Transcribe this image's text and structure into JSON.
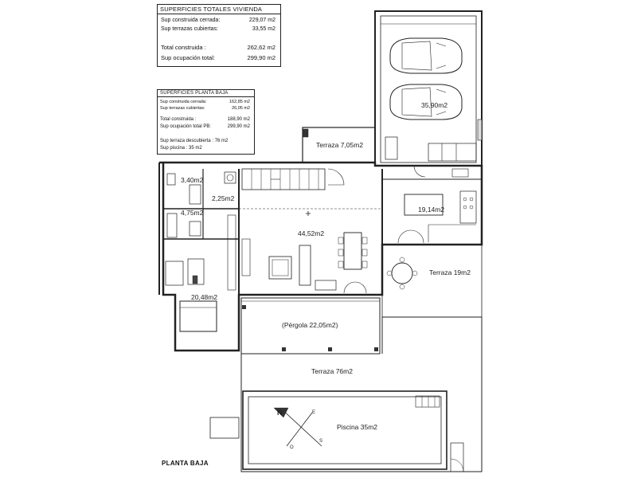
{
  "summary_total": {
    "title": "SUPERFICIES TOTALES VIVIENDA",
    "rows": [
      {
        "label": "Sup construida cerrada:",
        "value": "229,07 m2"
      },
      {
        "label": "Sup terrazas cubiertas:",
        "value": "33,55 m2"
      }
    ],
    "totals": [
      {
        "label": "Total construida :",
        "value": "262,62 m2"
      },
      {
        "label": "Sup ocupación total:",
        "value": "299,90 m2"
      }
    ]
  },
  "summary_ground": {
    "title": "SUPERFICIES PLANTA BAJA",
    "rows": [
      {
        "label": "Sup construida cerrada:",
        "value": "162,85 m2"
      },
      {
        "label": "Sup terrazas cubiertas:",
        "value": "26,05 m2"
      }
    ],
    "totals": [
      {
        "label": "Total construida :",
        "value": "188,90 m2"
      },
      {
        "label": "Sup ocupación total PB:",
        "value": "299,90 m2"
      }
    ],
    "extra": [
      {
        "label": "Sup terraza descubierta : 76 m2"
      },
      {
        "label": "Sup piscina : 35 m2"
      }
    ]
  },
  "rooms": {
    "garage": "35,90m2",
    "terraza_top": "Terraza 7,05m2",
    "bath_a": "3,40m2",
    "hall": "2,25m2",
    "bath_b": "4,75m2",
    "kitchen": "19,14m2",
    "living": "44,52m2",
    "terraza_right": "Terraza 19m2",
    "bedroom": "20,48m2",
    "pergola": "(Pérgola 22,05m2)",
    "terraza_big": "Terraza 76m2",
    "pool": "Piscina 35m2"
  },
  "compass": {
    "n": "N",
    "e": "E",
    "s": "S",
    "o": "O"
  },
  "sheet_title": "PLANTA BAJA"
}
